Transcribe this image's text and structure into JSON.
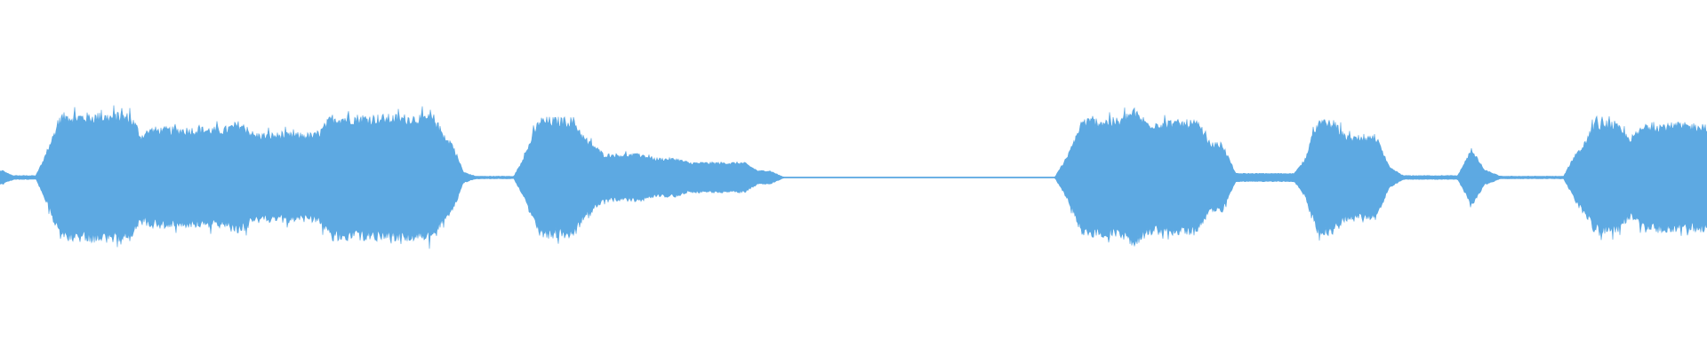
{
  "waveform": {
    "color": "#5DA9E2",
    "background": "#ffffff",
    "segments": [
      {
        "from": 0.0,
        "to": 0.004,
        "amp": 0.1
      },
      {
        "from": 0.004,
        "to": 0.025,
        "amp": 0.03
      },
      {
        "from": 0.025,
        "to": 0.032,
        "amp": 0.45
      },
      {
        "from": 0.032,
        "to": 0.08,
        "amp": 0.92
      },
      {
        "from": 0.08,
        "to": 0.085,
        "amp": 0.62
      },
      {
        "from": 0.085,
        "to": 0.135,
        "amp": 0.72
      },
      {
        "from": 0.135,
        "to": 0.145,
        "amp": 0.8
      },
      {
        "from": 0.145,
        "to": 0.19,
        "amp": 0.64
      },
      {
        "from": 0.19,
        "to": 0.258,
        "amp": 0.9
      },
      {
        "from": 0.258,
        "to": 0.268,
        "amp": 0.55
      },
      {
        "from": 0.268,
        "to": 0.275,
        "amp": 0.08
      },
      {
        "from": 0.275,
        "to": 0.305,
        "amp": 0.02
      },
      {
        "from": 0.305,
        "to": 0.312,
        "amp": 0.4
      },
      {
        "from": 0.312,
        "to": 0.34,
        "amp": 0.86
      },
      {
        "from": 0.34,
        "to": 0.35,
        "amp": 0.52
      },
      {
        "from": 0.35,
        "to": 0.38,
        "amp": 0.34
      },
      {
        "from": 0.38,
        "to": 0.4,
        "amp": 0.28
      },
      {
        "from": 0.4,
        "to": 0.44,
        "amp": 0.22
      },
      {
        "from": 0.44,
        "to": 0.455,
        "amp": 0.1
      },
      {
        "from": 0.455,
        "to": 0.622,
        "amp": 0.008
      },
      {
        "from": 0.622,
        "to": 0.63,
        "amp": 0.35
      },
      {
        "from": 0.63,
        "to": 0.66,
        "amp": 0.85
      },
      {
        "from": 0.66,
        "to": 0.668,
        "amp": 1.0
      },
      {
        "from": 0.668,
        "to": 0.705,
        "amp": 0.82
      },
      {
        "from": 0.705,
        "to": 0.72,
        "amp": 0.5
      },
      {
        "from": 0.72,
        "to": 0.762,
        "amp": 0.06
      },
      {
        "from": 0.762,
        "to": 0.768,
        "amp": 0.3
      },
      {
        "from": 0.768,
        "to": 0.785,
        "amp": 0.82
      },
      {
        "from": 0.785,
        "to": 0.81,
        "amp": 0.6
      },
      {
        "from": 0.81,
        "to": 0.818,
        "amp": 0.15
      },
      {
        "from": 0.818,
        "to": 0.858,
        "amp": 0.03
      },
      {
        "from": 0.858,
        "to": 0.866,
        "amp": 0.42
      },
      {
        "from": 0.866,
        "to": 0.875,
        "amp": 0.1
      },
      {
        "from": 0.875,
        "to": 0.92,
        "amp": 0.02
      },
      {
        "from": 0.92,
        "to": 0.93,
        "amp": 0.4
      },
      {
        "from": 0.93,
        "to": 0.95,
        "amp": 0.8
      },
      {
        "from": 0.95,
        "to": 0.96,
        "amp": 0.6
      },
      {
        "from": 0.96,
        "to": 1.0,
        "amp": 0.78
      }
    ]
  }
}
